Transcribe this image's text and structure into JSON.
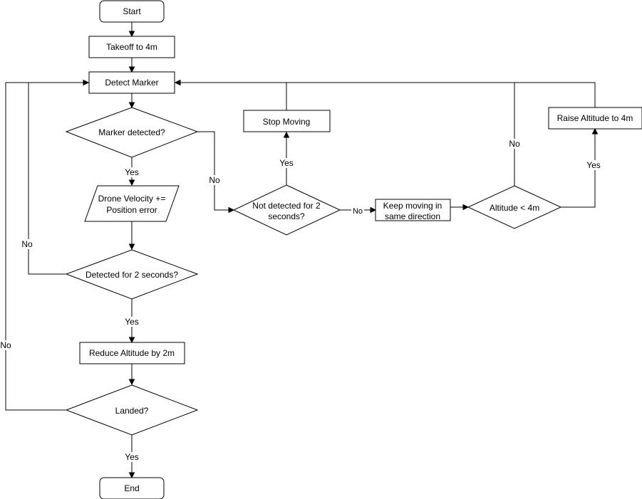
{
  "nodes": {
    "start": "Start",
    "takeoff": "Takeoff to 4m",
    "detect_marker": "Detect Marker",
    "marker_detected": "Marker detected?",
    "velocity": [
      "Drone Velocity +=",
      "Position error"
    ],
    "detected_2s": "Detected for 2 seconds?",
    "reduce_altitude": "Reduce Altitude by 2m",
    "landed": "Landed?",
    "end": "End",
    "stop_moving": "Stop Moving",
    "not_detected_2s": [
      "Not detected for 2",
      "seconds?"
    ],
    "keep_moving": [
      "Keep moving in",
      "same direction"
    ],
    "altitude_check": "Altitude < 4m",
    "raise_altitude": "Raise Altitude to 4m"
  },
  "edge_labels": {
    "marker_detected_yes": "Yes",
    "marker_detected_no": "No",
    "detected_2s_yes": "Yes",
    "detected_2s_no": "No",
    "landed_yes": "Yes",
    "landed_no": "No",
    "not_detected_yes": "Yes",
    "not_detected_no": "No",
    "altitude_yes": "Yes",
    "altitude_no": "No"
  }
}
